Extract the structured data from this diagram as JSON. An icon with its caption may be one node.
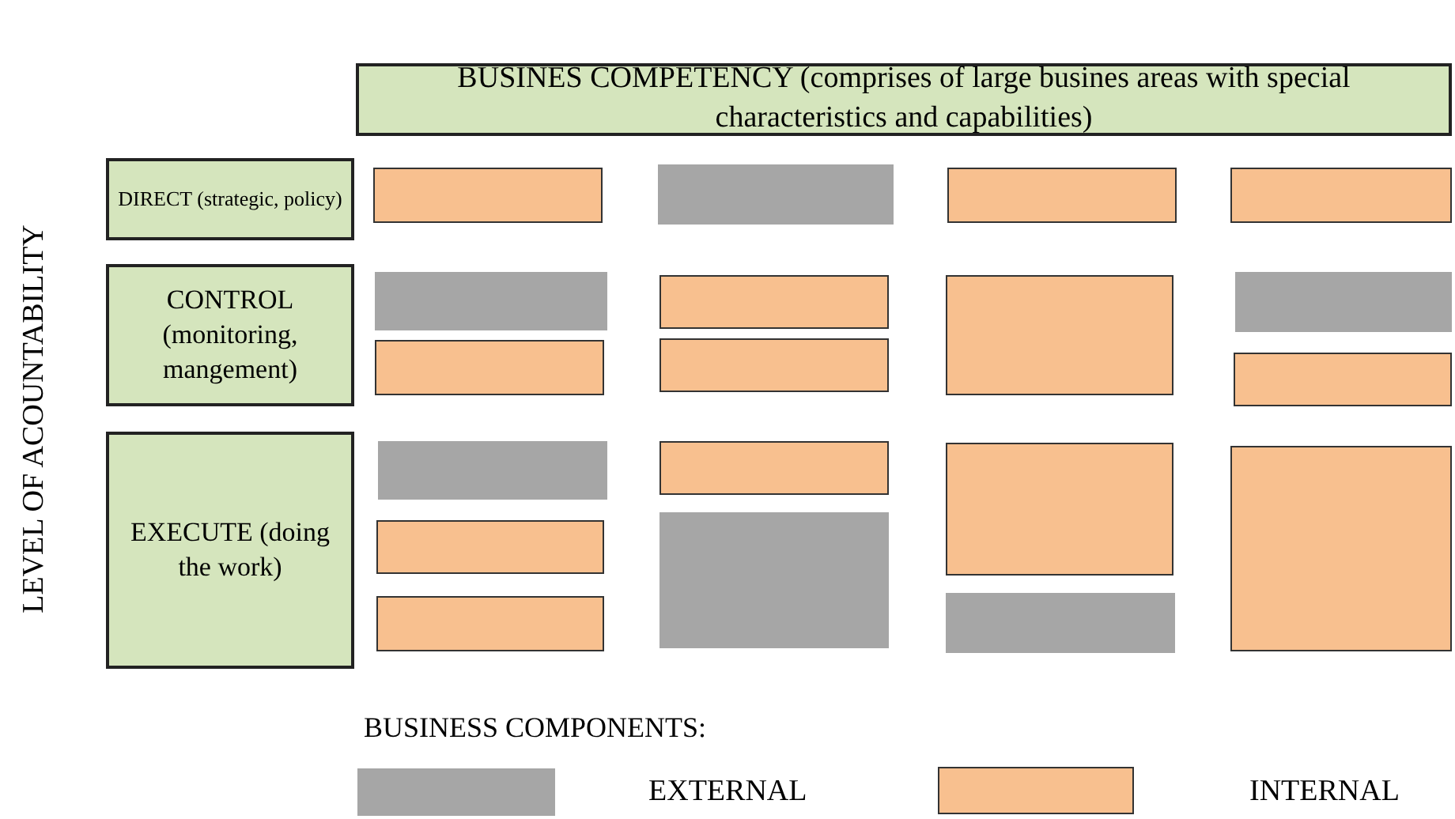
{
  "diagram": {
    "nodes": [
      {
        "text": [
          "BUSINES COMPETENCY (comprises of large busines areas with special characteristics and capabilities)"
        ]
      },
      {
        "text": [
          "DIRECT (strategic, policy)"
        ]
      },
      {
        "text": [],
        "shape": "box"
      },
      {
        "text": [],
        "shape": "box"
      },
      {
        "text": [],
        "shape": "box"
      },
      {
        "text": [],
        "shape": "box"
      },
      {
        "text": [
          "CONTROL (monitoring, mangement)"
        ]
      },
      {
        "text": [],
        "shape": "box"
      },
      {
        "text": [],
        "shape": "box"
      },
      {
        "text": [],
        "shape": "box"
      },
      {
        "text": [],
        "shape": "box"
      },
      {
        "text": [],
        "shape": "box"
      },
      {
        "text": [],
        "shape": "box"
      },
      {
        "text": [],
        "shape": "box"
      },
      {
        "text": [
          "EXECUTE (doing the work)"
        ]
      },
      {
        "text": [],
        "shape": "box"
      },
      {
        "text": [],
        "shape": "box"
      },
      {
        "text": [],
        "shape": "box"
      },
      {
        "text": [],
        "shape": "box"
      },
      {
        "text": [],
        "shape": "box"
      },
      {
        "text": [],
        "shape": "box"
      },
      {
        "text": [],
        "shape": "box"
      },
      {
        "text": [],
        "shape": "box"
      }
    ],
    "labels": [
      "LEVEL OF ACOUNTABILITY",
      "BUSINESS COMPONENTS:"
    ],
    "legend": [
      {
        "text": "EXTERNAL",
        "color": "#a6a6a6"
      },
      {
        "text": "INTERNAL",
        "color": "#f8c08f"
      }
    ]
  }
}
